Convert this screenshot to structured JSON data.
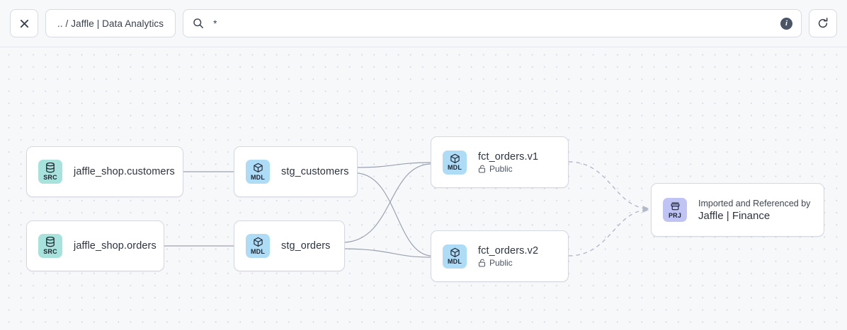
{
  "toolbar": {
    "close_icon": "close-icon",
    "breadcrumb": ".. / Jaffle | Data Analytics",
    "search_icon": "search-icon",
    "search_value": "*",
    "search_placeholder": "",
    "info_icon": "info-icon",
    "info_glyph": "i",
    "refresh_icon": "refresh-icon"
  },
  "graph": {
    "nodes": [
      {
        "id": "jaffle_shop_customers",
        "kind": "SRC",
        "icon": "database-icon",
        "title": "jaffle_shop.customers",
        "subtitle": "",
        "kicker": ""
      },
      {
        "id": "jaffle_shop_orders",
        "kind": "SRC",
        "icon": "database-icon",
        "title": "jaffle_shop.orders",
        "subtitle": "",
        "kicker": ""
      },
      {
        "id": "stg_customers",
        "kind": "MDL",
        "icon": "cube-icon",
        "title": "stg_customers",
        "subtitle": "",
        "kicker": ""
      },
      {
        "id": "stg_orders",
        "kind": "MDL",
        "icon": "cube-icon",
        "title": "stg_orders",
        "subtitle": "",
        "kicker": ""
      },
      {
        "id": "fct_orders_v1",
        "kind": "MDL",
        "icon": "cube-icon",
        "title": "fct_orders.v1",
        "subtitle": "Public",
        "subtitle_icon": "unlock-icon",
        "kicker": ""
      },
      {
        "id": "fct_orders_v2",
        "kind": "MDL",
        "icon": "cube-icon",
        "title": "fct_orders.v2",
        "subtitle": "Public",
        "subtitle_icon": "unlock-icon",
        "kicker": ""
      },
      {
        "id": "jaffle_finance_project",
        "kind": "PRJ",
        "icon": "project-icon",
        "title": "Jaffle | Finance",
        "subtitle": "",
        "kicker": "Imported and Referenced by"
      }
    ]
  },
  "colors": {
    "canvas_background": "#f7f8fa",
    "node_background": "#ffffff",
    "node_border": "#d4d8e0",
    "badge_src": "#a7e2dc",
    "badge_mdl": "#aedcf7",
    "badge_prj": "#bfc4f5",
    "edge_solid": "#9aa2b0",
    "edge_dashed": "#b3b9c6",
    "text_primary": "#2c3441",
    "info_icon_fill": "#4a5568"
  }
}
